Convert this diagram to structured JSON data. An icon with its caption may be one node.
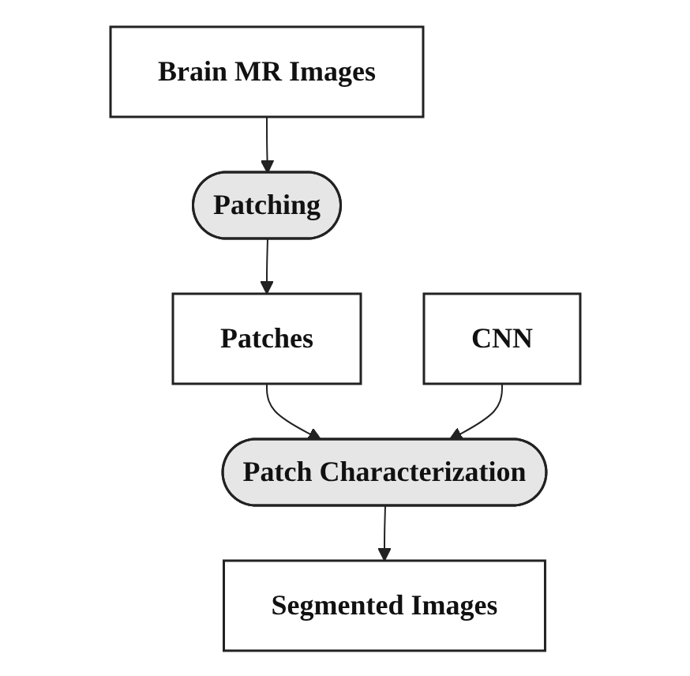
{
  "diagram": {
    "nodes": [
      {
        "text": [
          "Brain MR Images"
        ]
      },
      {
        "text": [
          "Patching"
        ]
      },
      {
        "text": [
          "Patches"
        ]
      },
      {
        "text": [
          "CNN"
        ]
      },
      {
        "text": [
          "Patch Characterization"
        ]
      },
      {
        "text": [
          "Segmented Images"
        ]
      }
    ],
    "edges": [
      {
        "from": 0,
        "to": 1,
        "arrow": "to"
      },
      {
        "from": 1,
        "to": 2,
        "arrow": "to"
      },
      {
        "from": 2,
        "to": 4,
        "arrow": "to"
      },
      {
        "from": 3,
        "to": 4,
        "arrow": "to"
      },
      {
        "from": 4,
        "to": 5,
        "arrow": "to"
      }
    ]
  }
}
